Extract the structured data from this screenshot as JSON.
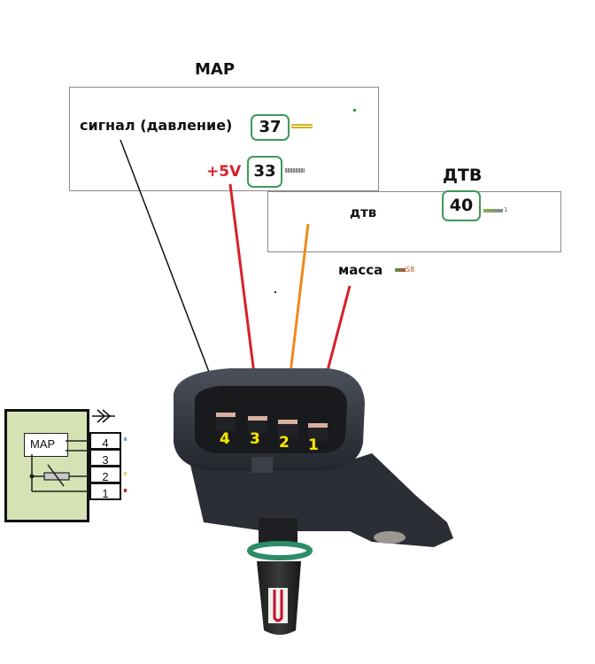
{
  "map_block": {
    "heading": "МАР",
    "signal_label": "сигнал (давление)",
    "signal_pin": "37",
    "power_label": "+5V",
    "power_pin": "33"
  },
  "dtv_block": {
    "heading": "ДТВ",
    "label": "дтв",
    "pin": "40",
    "swatch_tag": "1"
  },
  "ground": {
    "label": "масса",
    "swatch_tag": "S8"
  },
  "connector_pins": [
    "4",
    "3",
    "2",
    "1"
  ],
  "schematic": {
    "block_label": "MAP",
    "terminals": [
      "4",
      "3",
      "2",
      "1"
    ]
  },
  "colors": {
    "signal_wire": "#111111",
    "power_wire": "#d8202a",
    "dtv_wire": "#ef8a1c",
    "ground_wire": "#d8202a",
    "pin_box_border": "#3f9a5a",
    "pin_number": "#f5e600",
    "schematic_fill": "#d6e2b4"
  }
}
